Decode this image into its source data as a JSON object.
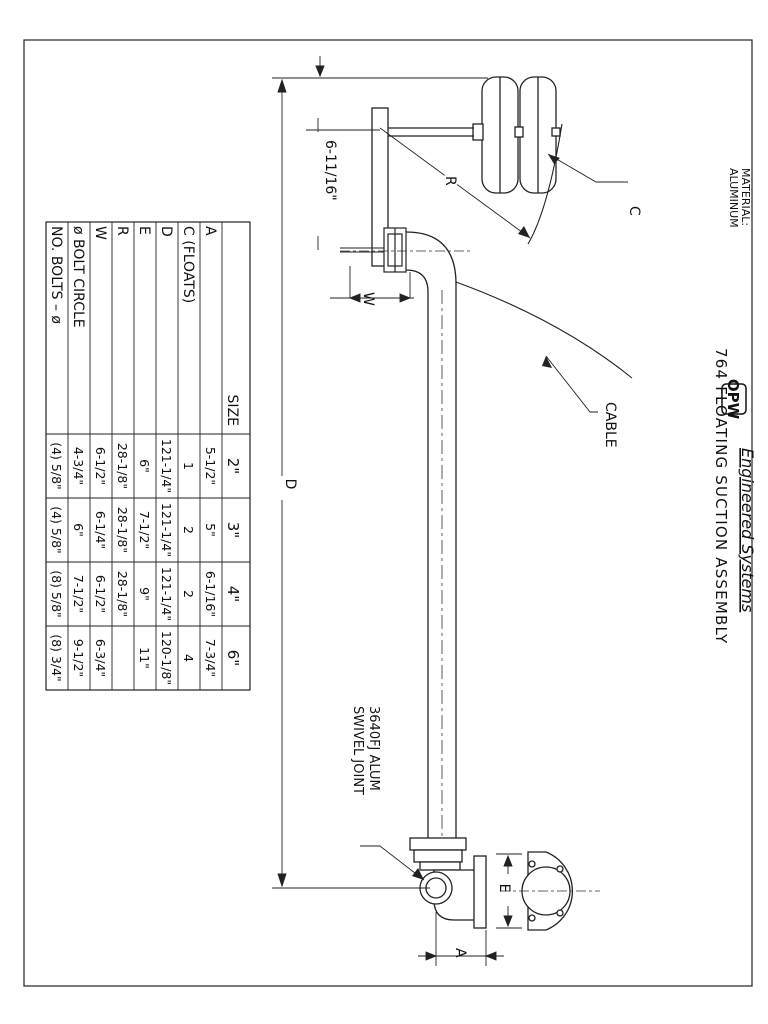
{
  "brand": {
    "logo_text": "OPW",
    "tagline": "Engineered Systems"
  },
  "title": "764 FLOATING SUCTION ASSEMBLY",
  "material": {
    "label": "MATERIAL:",
    "value": "ALUMINUM"
  },
  "callouts": {
    "cable": "CABLE",
    "swivel_line1": "3640FJ ALUM",
    "swivel_line2": "SWIVEL JOINT",
    "dim_c": "C",
    "dim_r": "R",
    "dim_w": "W",
    "dim_d": "D",
    "dim_e": "E",
    "dim_a": "A",
    "offset": "6-11/16\""
  },
  "table": {
    "row_labels": [
      "SIZE",
      "A",
      "C (FLOATS)",
      "D",
      "E",
      "R",
      "W",
      "ø BOLT CIRCLE",
      "NO. BOLTS – ø"
    ],
    "columns": [
      {
        "size": "2\"",
        "values": [
          "5-1/2\"",
          "1",
          "121-1/4\"",
          "6\"",
          "28-1/8\"",
          "6-1/2\"",
          "4-3/4\"",
          "(4) 5/8\""
        ]
      },
      {
        "size": "3\"",
        "values": [
          "5\"",
          "2",
          "121-1/4\"",
          "7-1/2\"",
          "28-1/8\"",
          "6-1/4\"",
          "6\"",
          "(4) 5/8\""
        ]
      },
      {
        "size": "4\"",
        "values": [
          "6-1/16\"",
          "2",
          "121-1/4\"",
          "9\"",
          "28-1/8\"",
          "6-1/2\"",
          "7-1/2\"",
          "(8) 5/8\""
        ]
      },
      {
        "size": "6\"",
        "values": [
          "7-3/4\"",
          "4",
          "120-1/8\"",
          "11\"",
          "",
          "6-3/4\"",
          "9-1/2\"",
          "(8) 3/4\""
        ]
      }
    ]
  }
}
